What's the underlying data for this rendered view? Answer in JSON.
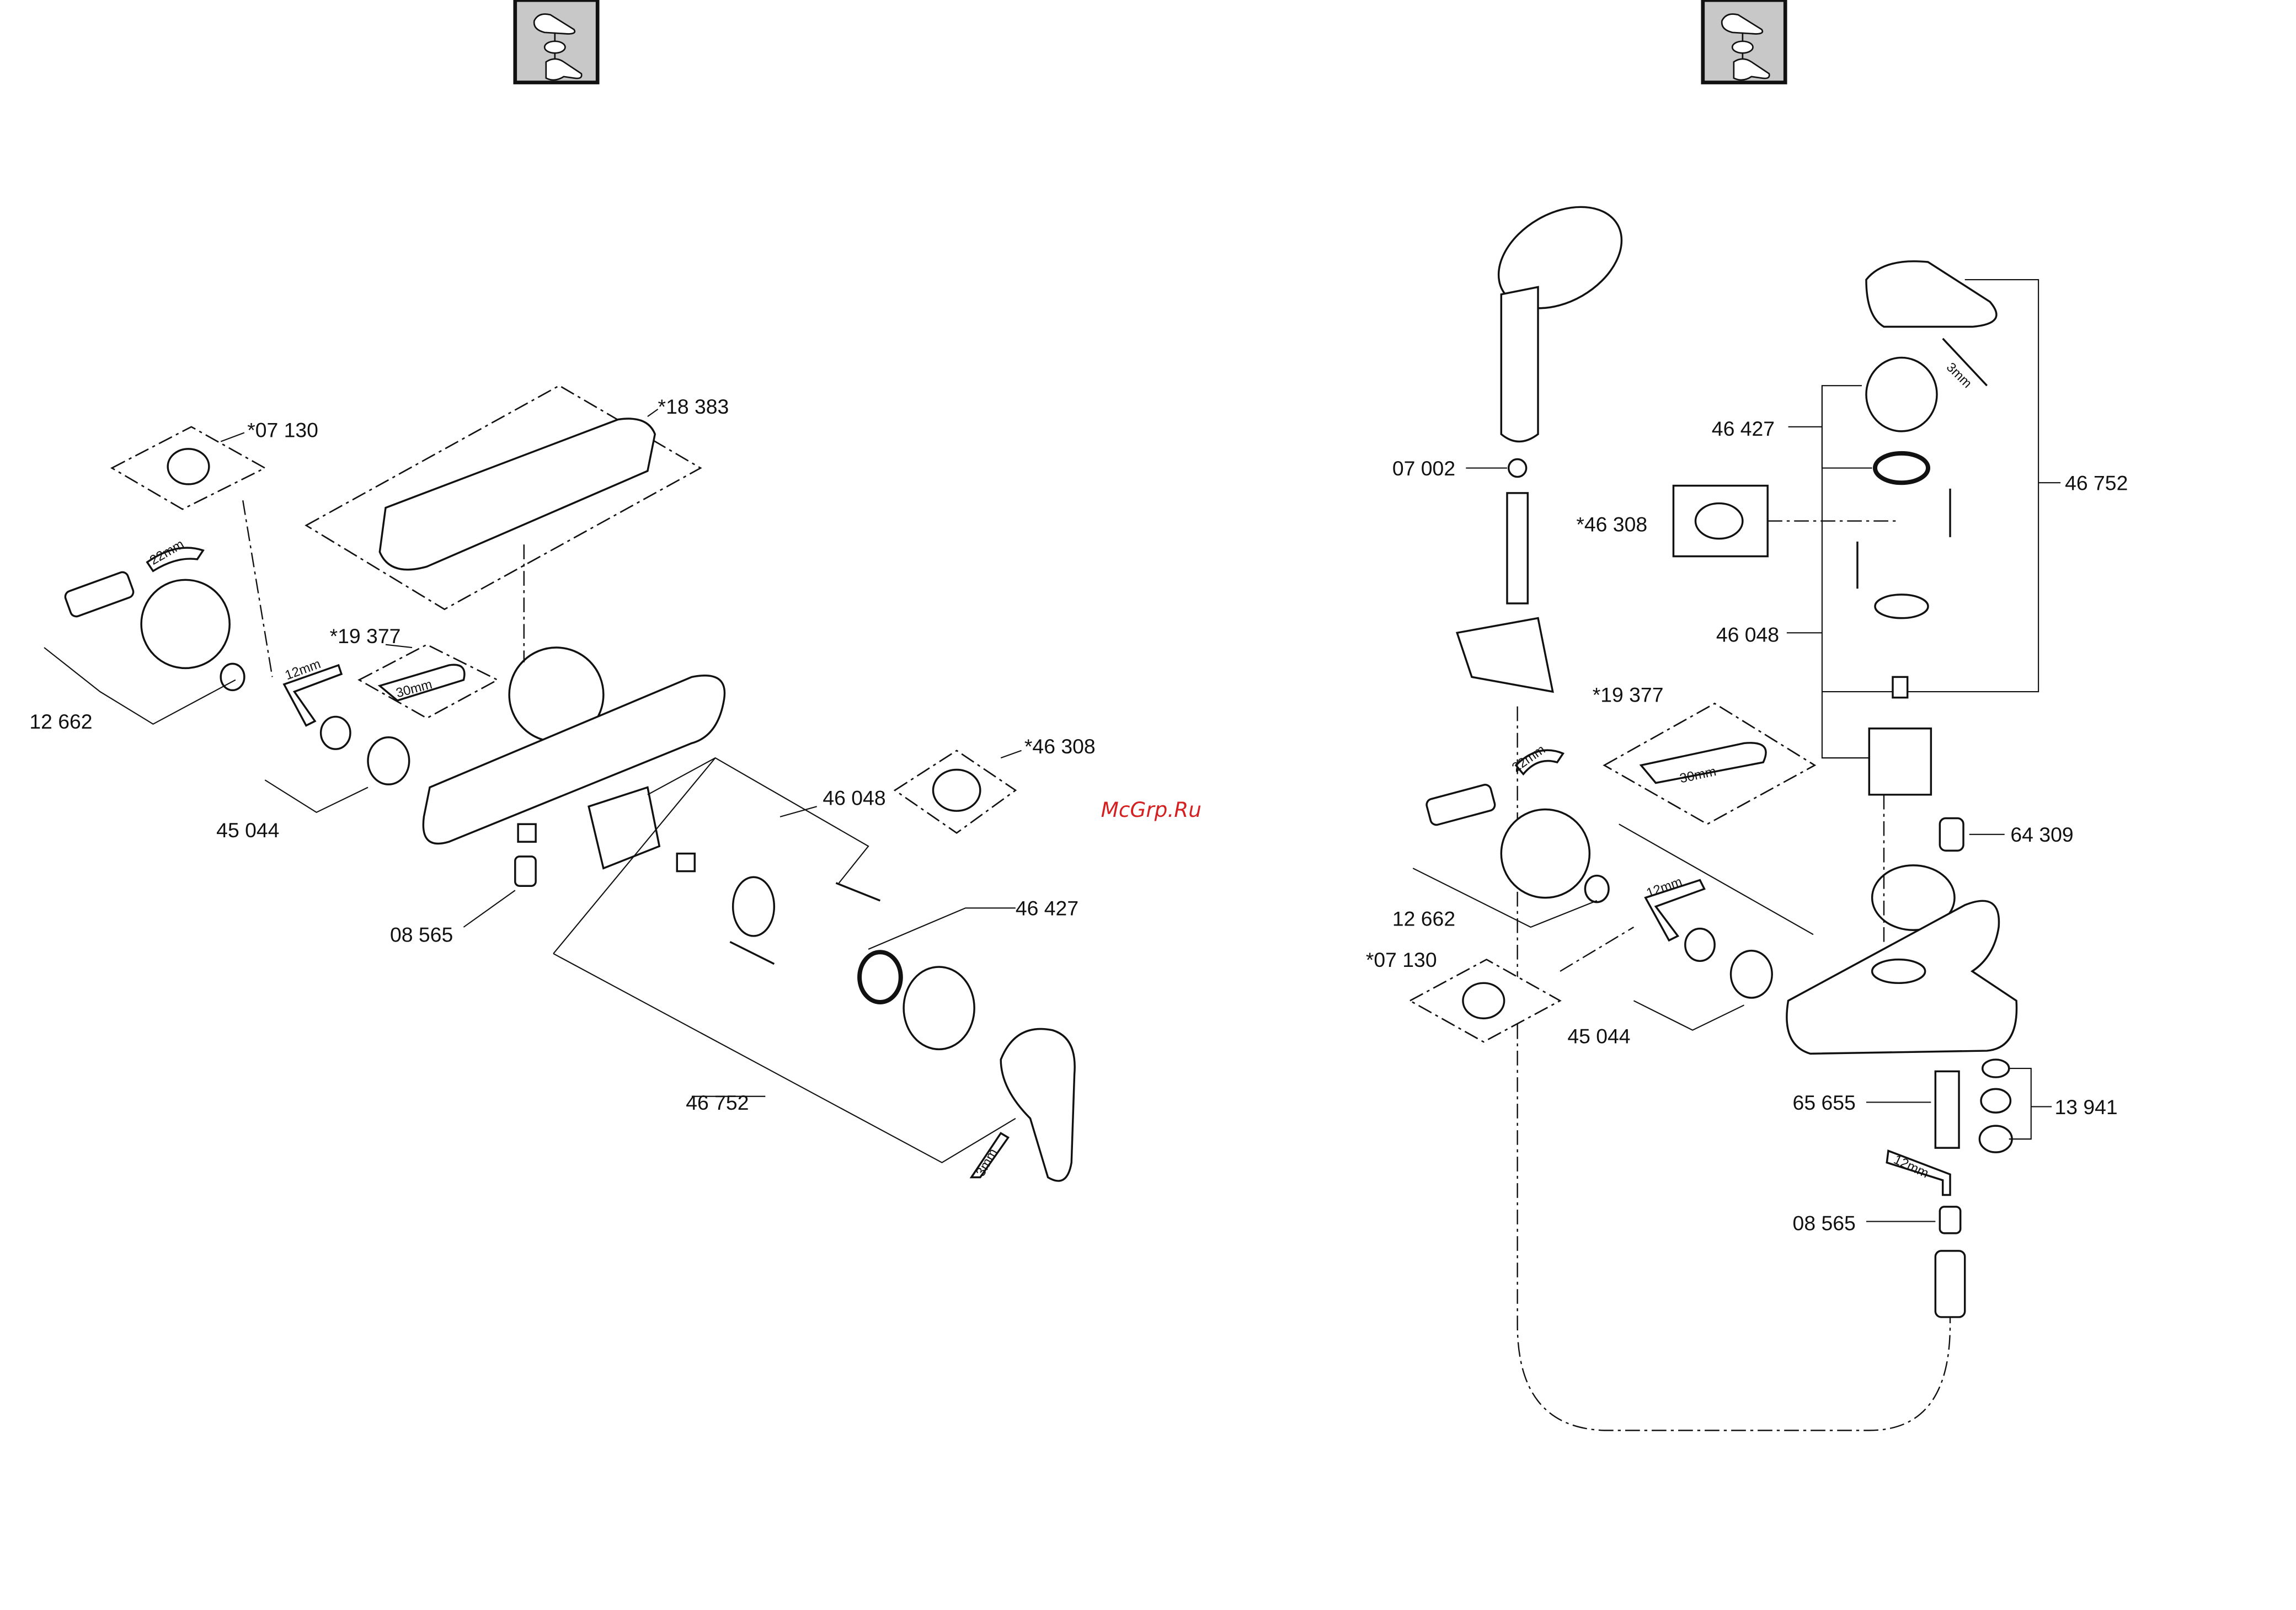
{
  "watermark": "McGrp.Ru",
  "left_diagram": {
    "labels": {
      "p18383": "*18 383",
      "p07130": "*07 130",
      "p19377": "*19 377",
      "p12662": "12 662",
      "p45044": "45 044",
      "p08565": "08 565",
      "p46048": "46 048",
      "p46308": "*46 308",
      "p46427": "46 427",
      "p46752": "46 752"
    },
    "tool_sizes": {
      "wrench_a": "22mm",
      "hex_key": "12mm",
      "wrench_b": "30mm",
      "allen": "3mm"
    }
  },
  "right_diagram": {
    "labels": {
      "p07002": "07 002",
      "p46427": "46 427",
      "p46308": "*46 308",
      "p46752": "46 752",
      "p46048": "46 048",
      "p19377": "*19 377",
      "p64309": "64 309",
      "p12662": "12 662",
      "p07130": "*07 130",
      "p45044": "45 044",
      "p65655": "65 655",
      "p13941": "13 941",
      "p08565": "08 565"
    },
    "tool_sizes": {
      "allen": "3mm",
      "wrench_a": "22mm",
      "wrench_b": "30mm",
      "hex_key": "12mm",
      "hex_key_b": "12mm"
    }
  }
}
